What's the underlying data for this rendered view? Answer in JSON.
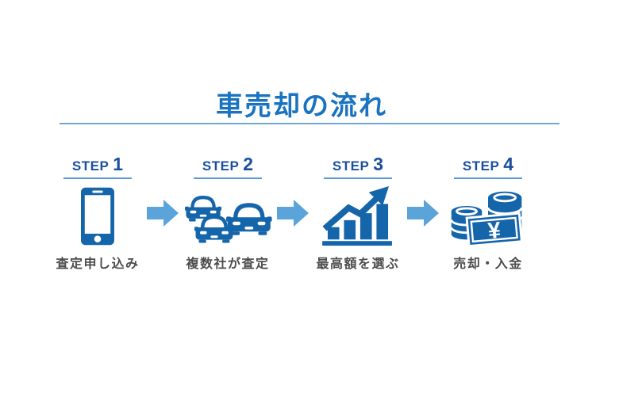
{
  "title": "車売却の流れ",
  "steps": [
    {
      "label": "STEP",
      "number": "1",
      "caption": "査定申し込み",
      "icon": "smartphone-icon"
    },
    {
      "label": "STEP",
      "number": "2",
      "caption": "複数社が査定",
      "icon": "cars-icon"
    },
    {
      "label": "STEP",
      "number": "3",
      "caption": "最高額を選ぶ",
      "icon": "rising-bar-chart-icon"
    },
    {
      "label": "STEP",
      "number": "4",
      "caption": "売却・入金",
      "icon": "money-icon",
      "currency_symbol": "¥"
    }
  ],
  "colors": {
    "title_blue": "#1a73c0",
    "step_navy": "#1b4f9e",
    "underline_blue": "#5b9bd5",
    "rule_blue": "#6ea7d9",
    "icon_blue": "#1565ab",
    "arrow_blue": "#5ba4da",
    "caption_gray": "#4c4c4c",
    "background": "#ffffff"
  }
}
